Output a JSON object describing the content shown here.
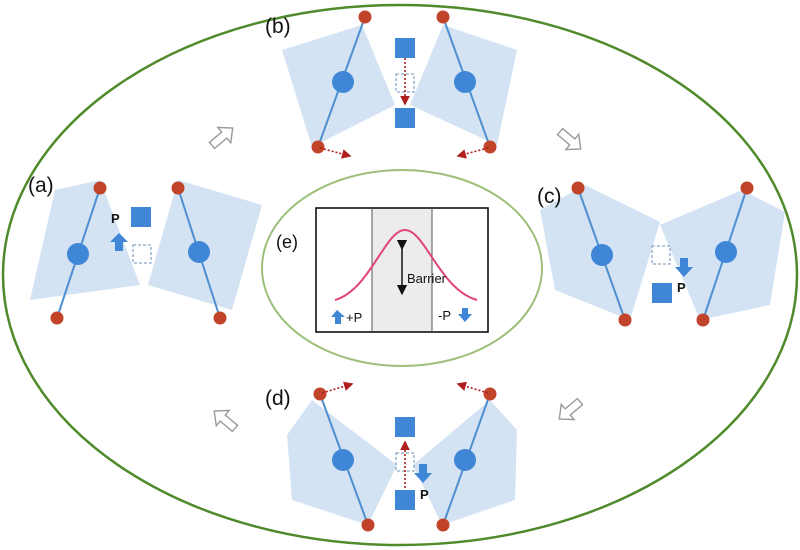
{
  "panels": {
    "a": {
      "label": "(a)",
      "p_label": "P"
    },
    "b": {
      "label": "(b)"
    },
    "c": {
      "label": "(c)",
      "p_label": "P"
    },
    "d": {
      "label": "(d)",
      "p_label": "P"
    },
    "e": {
      "label": "(e)"
    }
  },
  "energy_inset": {
    "barrier_label": "Barrier",
    "left_state": "+P",
    "right_state": "-P"
  },
  "colors": {
    "outer_ellipse": "#4f8a2b",
    "inner_ellipse": "#9cc07a",
    "octahedron_fill": "#d3e3f3",
    "bond": "#4e8fd0",
    "central_atom": "#3f87d6",
    "apex_atom": "#c0432a",
    "displacement_arrow": "#b01e1e",
    "barrier_curve": "#e0457a",
    "flow_arrow": "#9a9a9a"
  }
}
